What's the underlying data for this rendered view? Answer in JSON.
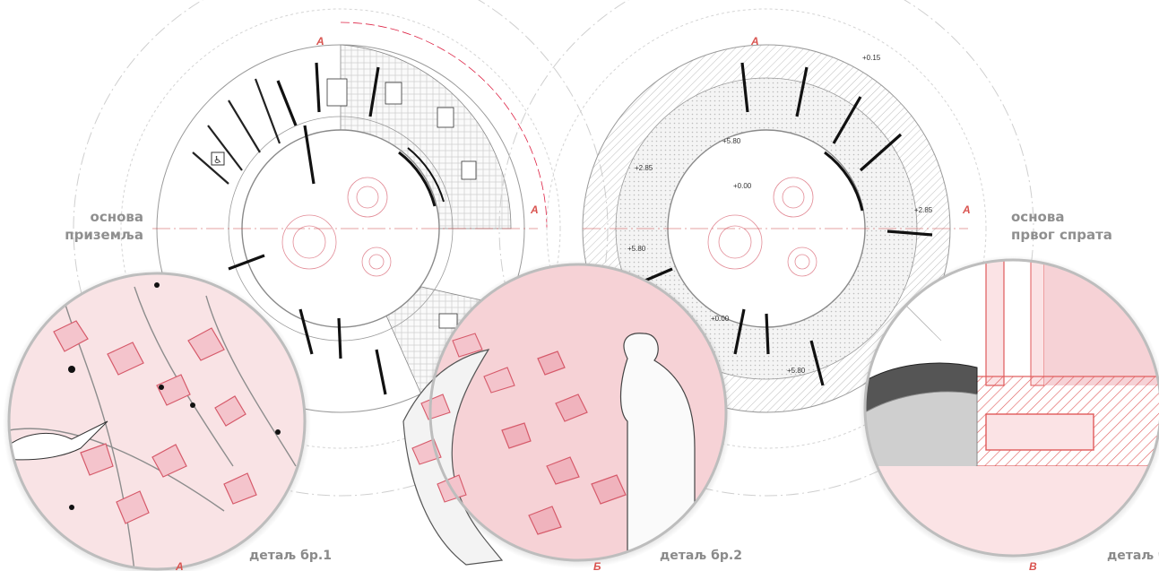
{
  "plans": {
    "ground": {
      "title_line1": "основа",
      "title_line2": "приземља"
    },
    "first": {
      "title_line1": "основа",
      "title_line2": "првог спрата"
    }
  },
  "details": [
    {
      "label": "детаљ бр.1",
      "marker": "А"
    },
    {
      "label": "детаљ бр.2",
      "marker": "Б"
    },
    {
      "label": "детаљ б",
      "marker": "В"
    }
  ],
  "section_marks": {
    "ground_top": "А",
    "ground_right": "А",
    "first_top": "А",
    "first_right": "А"
  },
  "levels": [
    "+0.15",
    "+5.80",
    "+2.85",
    "+0.00",
    "+2.85",
    "+5.80",
    "+0.00",
    "+5.80"
  ],
  "colors": {
    "accent": "#d9534f",
    "pink_fill": "#f9e1e3",
    "line": "#1a1a1a",
    "caption": "#8f8f8f"
  }
}
